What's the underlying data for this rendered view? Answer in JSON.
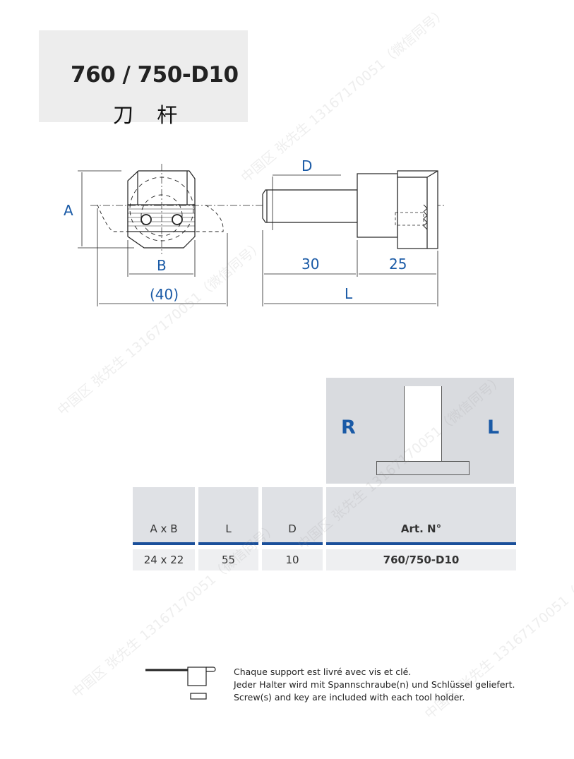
{
  "header": {
    "title": "760 / 750-D10",
    "subtitle": "刀 杆"
  },
  "drawing": {
    "labels": {
      "A": "A",
      "B": "B",
      "width_total": "(40)",
      "D": "D",
      "length1": "30",
      "length2": "25",
      "L": "L"
    }
  },
  "orientation": {
    "left": "R",
    "right": "L"
  },
  "table": {
    "headers": [
      "A x B",
      "L",
      "D",
      "Art. N°"
    ],
    "rows": [
      [
        "24 x 22",
        "55",
        "10",
        "760/750-D10"
      ]
    ]
  },
  "note": {
    "lines": [
      "Chaque support est livré avec vis et clé.",
      "Jeder Halter wird mit Spannschraube(n) und Schlüssel geliefert.",
      "Screw(s) and key are included with each tool holder."
    ]
  },
  "watermark": "中国区 张先生 13167170051（微信同号）",
  "colors": {
    "accent": "#1a4f9a",
    "dimension": "#1a5aa6",
    "header_bg": "#dfe1e5"
  }
}
